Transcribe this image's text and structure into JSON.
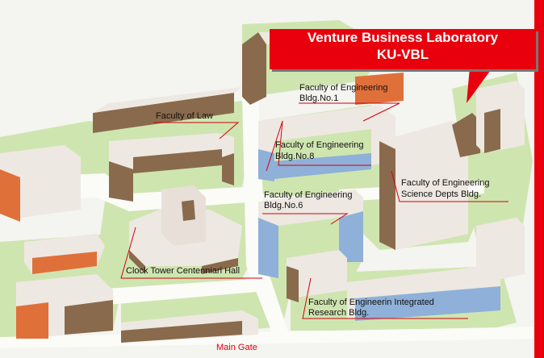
{
  "banner": {
    "line1": "Venture Business Laboratory",
    "line2": "KU-VBL"
  },
  "labels": {
    "law": "Faculty of Law",
    "eng1_a": "Faculty of Engineering",
    "eng1_b": "Bldg.No.1",
    "eng8_a": "Faculty of Engineering",
    "eng8_b": "Bldg.No.8",
    "eng6_a": "Faculty of Engineering",
    "eng6_b": "Bldg.No.6",
    "science_a": "Faculty of Engineering",
    "science_b": "Science Depts Bldg.",
    "clock": "Clock Tower Centenniarl Hall",
    "integrated_a": "Faculty of Engineerin Integrated",
    "integrated_b": "Research Bldg.",
    "gate": "Main Gate"
  },
  "colors": {
    "lawn": "#cfe5b0",
    "road": "#f2f2ee",
    "roof": "#eee8e2",
    "wall_brown": "#8a6a4c",
    "wall_blue": "#8fb0d8",
    "wall_orange": "#e0703a",
    "accent_red": "#e8000c",
    "leader_red": "#d00010"
  }
}
